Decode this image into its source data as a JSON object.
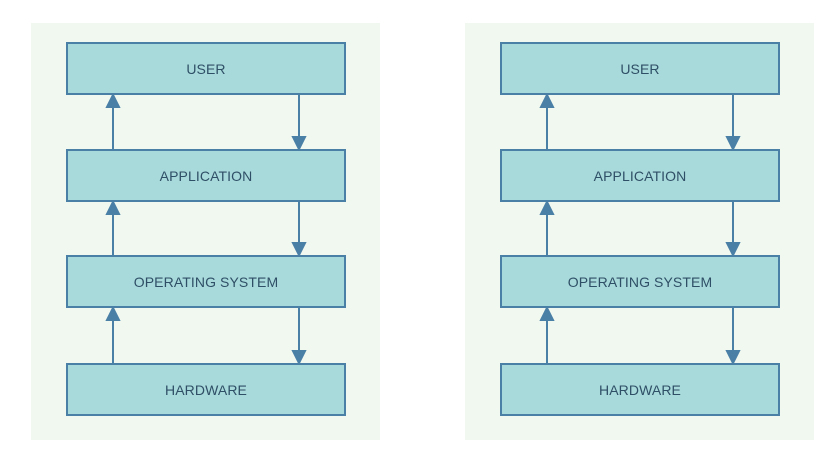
{
  "colors": {
    "panel_background": "#f1f8ef",
    "box_fill": "#a8dadb",
    "box_border": "#4a7fa6",
    "arrow": "#4a7fa6",
    "text": "#2f4f66"
  },
  "diagrams": [
    {
      "layers": [
        {
          "label": "USER"
        },
        {
          "label": "APPLICATION"
        },
        {
          "label": "OPERATING SYSTEM"
        },
        {
          "label": "HARDWARE"
        }
      ],
      "arrows_up": [
        "arrow-up-icon",
        "arrow-up-icon",
        "arrow-up-icon"
      ],
      "arrows_down": [
        "arrow-down-icon",
        "arrow-down-icon",
        "arrow-down-icon"
      ]
    },
    {
      "layers": [
        {
          "label": "USER"
        },
        {
          "label": "APPLICATION"
        },
        {
          "label": "OPERATING SYSTEM"
        },
        {
          "label": "HARDWARE"
        }
      ],
      "arrows_up": [
        "arrow-up-icon",
        "arrow-up-icon",
        "arrow-up-icon"
      ],
      "arrows_down": [
        "arrow-down-icon",
        "arrow-down-icon",
        "arrow-down-icon"
      ]
    }
  ]
}
